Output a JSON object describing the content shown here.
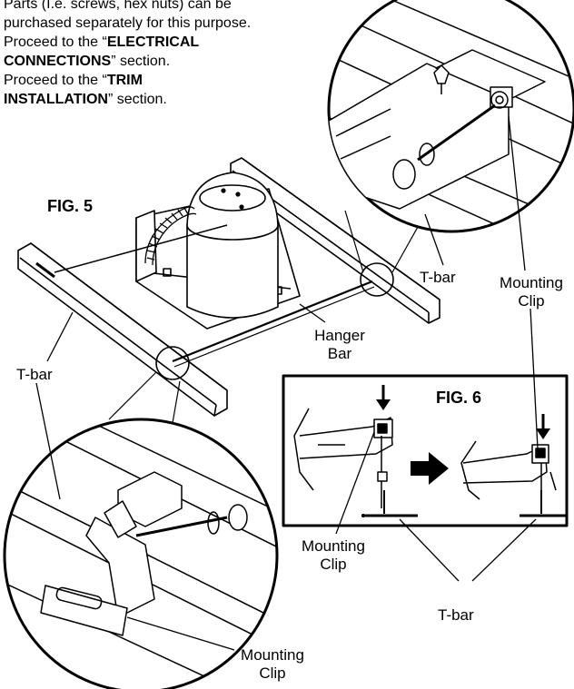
{
  "intro": {
    "line1": "Parts (I.e. screws, hex nuts) can be",
    "line2": "purchased separately for this purpose.",
    "line3_pre": "Proceed to the “",
    "line3_bold": "ELECTRICAL",
    "line4_bold": "CONNECTIONS",
    "line4_post": "” section.",
    "line5_pre": "Proceed to the “",
    "line5_bold": "TRIM",
    "line6_bold": "INSTALLATION",
    "line6_post": "” section."
  },
  "figures": {
    "fig5": "FIG. 5",
    "fig6": "FIG. 6"
  },
  "labels": {
    "tbar_right": "T-bar",
    "mounting_clip_top_1": "Mounting",
    "mounting_clip_top_2": "Clip",
    "hanger_bar_1": "Hanger",
    "hanger_bar_2": "Bar",
    "tbar_left": "T-bar",
    "fig6_mounting_1": "Mounting",
    "fig6_mounting_2": "Clip",
    "tbar_bottom": "T-bar",
    "mounting_clip_bottom_1": "Mounting",
    "mounting_clip_bottom_2": "Clip"
  },
  "colors": {
    "ink": "#000000",
    "paper": "#ffffff"
  }
}
